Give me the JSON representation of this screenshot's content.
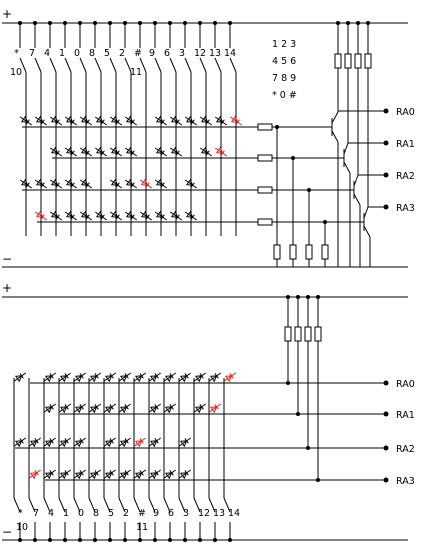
{
  "power": {
    "top_plus": "+",
    "top_minus": "−",
    "bottom_plus": "+",
    "bottom_minus": "−"
  },
  "keypad_legend": [
    "1 2 3",
    "4 5 6",
    "7 8 9",
    "* 0 #"
  ],
  "outputs": [
    "RA0",
    "RA1",
    "RA2",
    "RA3"
  ],
  "keys": [
    {
      "top": "*",
      "sub": "10"
    },
    {
      "top": "7",
      "sub": ""
    },
    {
      "top": "4",
      "sub": ""
    },
    {
      "top": "1",
      "sub": ""
    },
    {
      "top": "0",
      "sub": ""
    },
    {
      "top": "8",
      "sub": ""
    },
    {
      "top": "5",
      "sub": ""
    },
    {
      "top": "2",
      "sub": ""
    },
    {
      "top": "#",
      "sub": "11"
    },
    {
      "top": "9",
      "sub": ""
    },
    {
      "top": "6",
      "sub": ""
    },
    {
      "top": "3",
      "sub": ""
    },
    {
      "top": "12",
      "sub": ""
    },
    {
      "top": "13",
      "sub": ""
    },
    {
      "top": "14",
      "sub": ""
    }
  ],
  "colors": {
    "line": "#000000",
    "highlight_diode": "#e02020"
  }
}
